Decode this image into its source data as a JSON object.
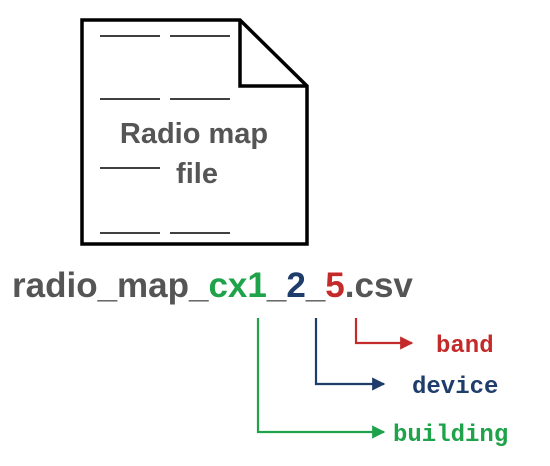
{
  "document": {
    "line1": "Radio map",
    "line2": "file"
  },
  "filename": {
    "prefix": "radio_map_",
    "building_code": "cx1",
    "sep1": "_",
    "device_code": "2",
    "sep2": "_",
    "band_code": "5",
    "extension": ".csv"
  },
  "labels": {
    "band": "band",
    "device": "device",
    "building": "building"
  },
  "colors": {
    "text_gray": "#555555",
    "building": "#1fa34a",
    "device": "#1f3d6b",
    "band": "#c42a2a"
  }
}
